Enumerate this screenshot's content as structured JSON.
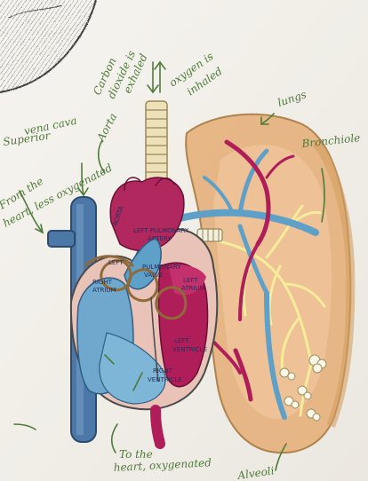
{
  "image": {
    "kind": "photo of hand-drawn anatomy sketch",
    "colors": {
      "paper": "#f2f0ea",
      "pencil": "#4a4a4a",
      "deoxygenated": "#5fa0c8",
      "oxygenated": "#b01e5a",
      "lung_fill": "#e6b17c",
      "annotation_ink": "#4f7a3a"
    }
  },
  "labels": {
    "superior_vena_cava_1": "Superior",
    "superior_vena_cava_2": "vena cava",
    "aorta": "Aorta",
    "co2_line1": "Carbon",
    "co2_line2": "dioxide is",
    "co2_line3": "exhaled",
    "o2_line1": "oxygen is",
    "o2_line2": "inhaled",
    "lungs": "lungs",
    "bronchiole": "Bronchiole",
    "from_body_1": "From the",
    "from_body_2": "heart, less oxygenated",
    "left_pulmonary_artery_1": "LEFT PULMONARY",
    "left_pulmonary_artery_2": "ARTERY",
    "left_atrium_1": "LEFT",
    "left_atrium_2": "ATRIUM",
    "left_ventricle_1": "LEFT",
    "left_ventricle_2": "VENTRICLE",
    "right_atrium_1": "RIGHT",
    "right_atrium_2": "ATRIUM",
    "right_ventricle_1": "RIGHT",
    "right_ventricle_2": "VENTRICLE",
    "pulmonary_valve_1": "PULMONARY",
    "pulmonary_valve_2": "VALVE",
    "left_arm": "LEFT",
    "aorta_small": "AORTA",
    "to_heart_1": "To the",
    "to_heart_2": "heart, oxygenated",
    "alveoli": "Alveoli"
  }
}
